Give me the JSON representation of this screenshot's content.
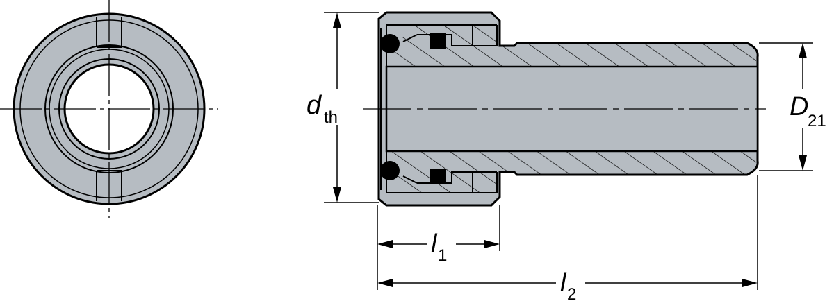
{
  "labels": {
    "d_th": {
      "main": "d",
      "sub": "th"
    },
    "D_21": {
      "main": "D",
      "sub": "21"
    },
    "l_1": {
      "main": "l",
      "sub": "1"
    },
    "l_2": {
      "main": "l",
      "sub": "2"
    }
  },
  "colors": {
    "body_fill": "#b6bcc2",
    "line": "#000000",
    "background": "#ffffff",
    "seal": "#000000"
  }
}
